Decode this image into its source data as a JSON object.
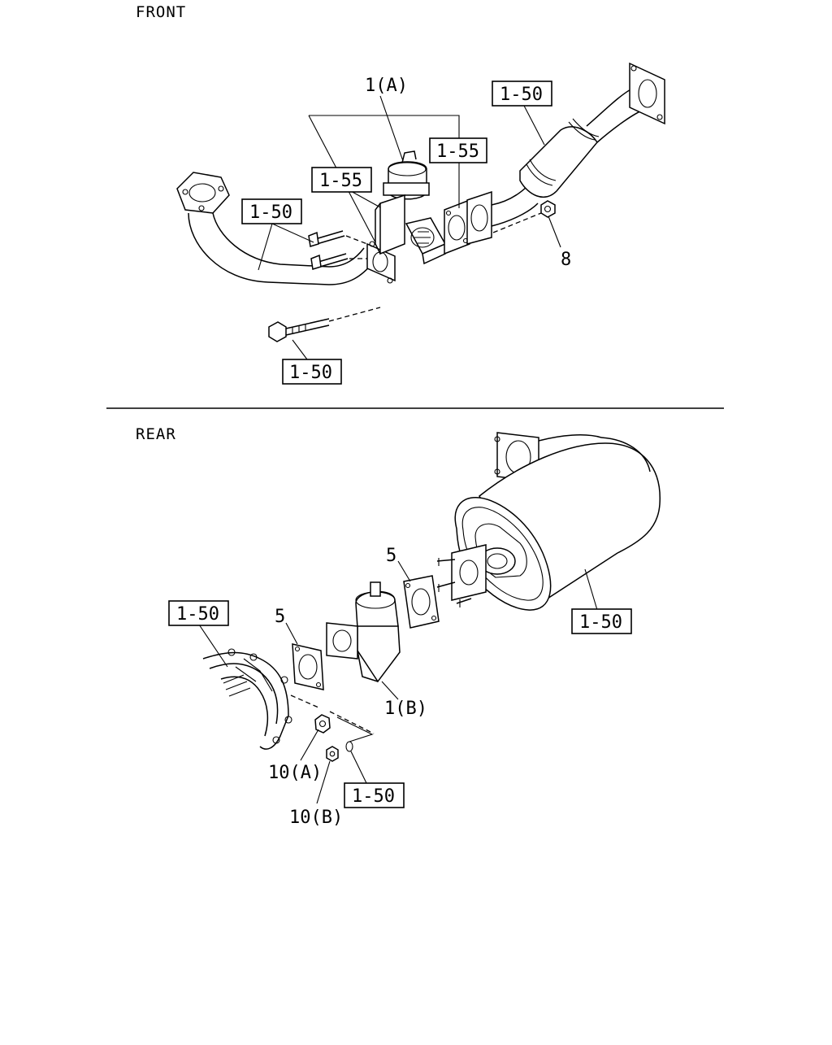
{
  "sections": {
    "front": "FRONT",
    "rear": "REAR"
  },
  "front_labels": {
    "part_1a": "1(A)",
    "ref_top_right": "1-50",
    "ref_gasket_right": "1-55",
    "ref_gasket_left": "1-55",
    "ref_pipe": "1-50",
    "part_8": "8",
    "ref_bolt": "1-50"
  },
  "rear_labels": {
    "part_5_upper": "5",
    "part_5_lower": "5",
    "ref_manifold": "1-50",
    "ref_muffler": "1-50",
    "part_1b": "1(B)",
    "part_10a": "10(A)",
    "part_10b": "10(B)",
    "ref_washer": "1-50"
  }
}
